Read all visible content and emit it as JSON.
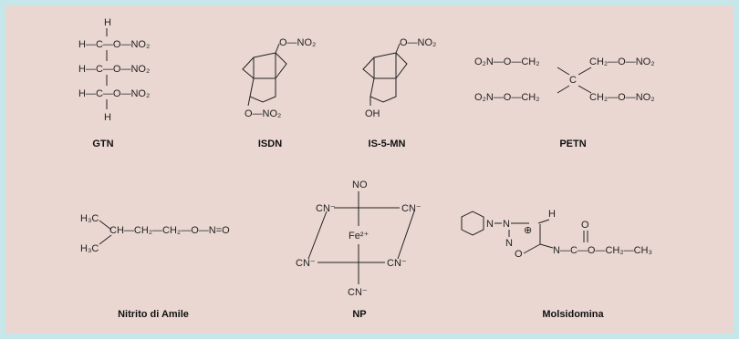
{
  "captions": {
    "gtn": "GTN",
    "isdn": "ISDN",
    "is5mn": "IS-5-MN",
    "petn": "PETN",
    "amile": "Nitrito di Amile",
    "np": "NP",
    "molsidomina": "Molsidomina"
  },
  "gtn": {
    "h": "H",
    "r1": "H—C—O—NO₂",
    "r2": "H—C—O—NO₂",
    "r3": "H—C—O—NO₂"
  },
  "isdn": {
    "top": "O—NO₂",
    "bottom": "O—NO₂"
  },
  "is5mn": {
    "top": "O—NO₂",
    "bottom": "OH"
  },
  "petn": {
    "ul": "O₂N—O—CH₂",
    "ur": "CH₂—O—NO₂",
    "c": "C",
    "ll": "O₂N—O—CH₂",
    "lr": "CH₂—O—NO₂"
  },
  "amile": {
    "h3c_top": "H₃C",
    "chain": "CH—CH₂—CH₂—O—N=O",
    "h3c_bot": "H₃C"
  },
  "np": {
    "no": "NO",
    "cn_ul": "CN⁻",
    "cn_ur": "CN⁻",
    "fe": "Fe²⁺",
    "cn_ll": "CN⁻",
    "cn_lr": "CN⁻",
    "cn_b": "CN⁻"
  },
  "molsidomina": {
    "n_ring": "N",
    "n1": "N",
    "n2": "N",
    "h": "H",
    "plus": "⊕",
    "o_ring": "O",
    "o_carb": "O",
    "tail": "N—C—O—CH₂—CH₃"
  }
}
